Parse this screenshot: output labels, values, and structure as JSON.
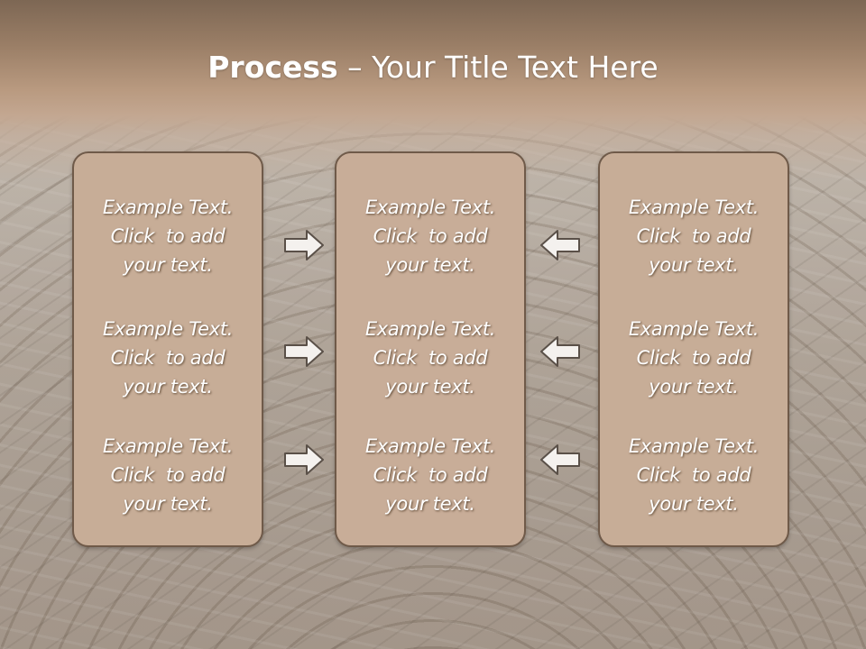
{
  "slide": {
    "title_bold": "Process",
    "title_dash": " – ",
    "title_rest": "Your Title Text Here"
  },
  "columns": [
    {
      "blocks": [
        {
          "line1": "Example Text.",
          "line2": "Click  to add",
          "line3": "your text."
        },
        {
          "line1": "Example Text.",
          "line2": "Click  to add",
          "line3": "your text."
        },
        {
          "line1": "Example Text.",
          "line2": "Click  to add",
          "line3": "your text."
        }
      ]
    },
    {
      "blocks": [
        {
          "line1": "Example Text.",
          "line2": "Click  to add",
          "line3": "your text."
        },
        {
          "line1": "Example Text.",
          "line2": "Click  to add",
          "line3": "your text."
        },
        {
          "line1": "Example Text.",
          "line2": "Click  to add",
          "line3": "your text."
        }
      ]
    },
    {
      "blocks": [
        {
          "line1": "Example Text.",
          "line2": "Click  to add",
          "line3": "your text."
        },
        {
          "line1": "Example Text.",
          "line2": "Click  to add",
          "line3": "your text."
        },
        {
          "line1": "Example Text.",
          "line2": "Click  to add",
          "line3": "your text."
        }
      ]
    }
  ],
  "arrows": {
    "left_group": "arrow-right-icon",
    "right_group": "arrow-left-icon"
  },
  "colors": {
    "box_fill": "#c7ad97",
    "box_border": "#6f5a49",
    "arrow_fill": "#f4f1ee",
    "arrow_stroke": "#5a5048"
  }
}
